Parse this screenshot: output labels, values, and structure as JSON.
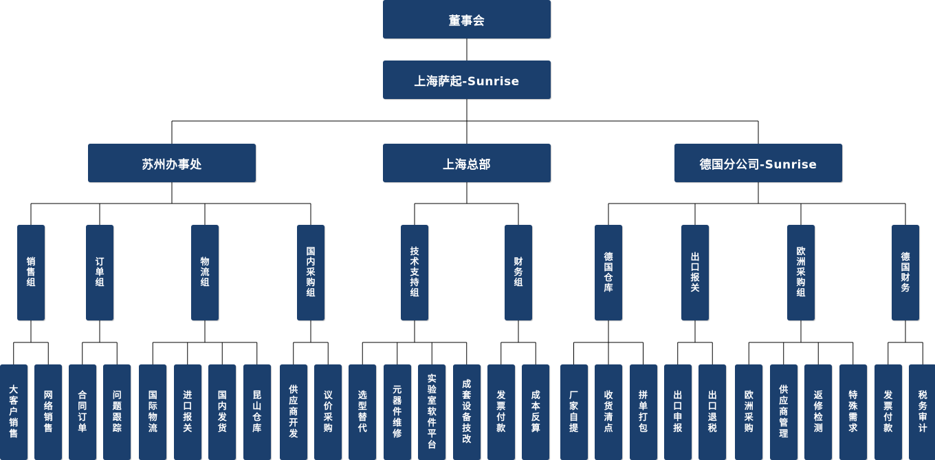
{
  "colors": {
    "node_fill": "#1b3f6d",
    "node_text": "#ffffff",
    "connector": "#000000"
  },
  "board": "董事会",
  "hq": "上海萨起-Sunrise",
  "divisions": [
    {
      "name": "苏州办事处",
      "groups": [
        {
          "name": "销售组",
          "items": [
            [
              "大客户销售"
            ],
            [
              "网络销售"
            ]
          ]
        },
        {
          "name": "订单组",
          "items": [
            [
              "合同订单"
            ],
            [
              "问题跟踪"
            ]
          ]
        },
        {
          "name": "物流组",
          "items": [
            [
              "国际物流"
            ],
            [
              "进口报关"
            ],
            [
              "国内发货"
            ],
            [
              "昆山仓库"
            ]
          ]
        },
        {
          "name": "国内采购组",
          "items": [
            [
              "供应商开发"
            ],
            [
              "议价采购"
            ]
          ]
        }
      ]
    },
    {
      "name": "上海总部",
      "groups": [
        {
          "name": "技术支持组",
          "items": [
            [
              "选型替代"
            ],
            [
              "元器件维修"
            ],
            [
              "实验室软件平台"
            ],
            [
              "成套设备技改"
            ]
          ]
        },
        {
          "name": "财务组",
          "items": [
            [
              "发票付款"
            ],
            [
              "成本反算"
            ]
          ]
        }
      ]
    },
    {
      "name": "德国分公司-Sunrise",
      "groups": [
        {
          "name": "德国仓库",
          "items": [
            [
              "厂家自提"
            ],
            [
              "收货清点"
            ],
            [
              "拼单打包"
            ]
          ]
        },
        {
          "name": "出口报关",
          "items": [
            [
              "出口申报"
            ],
            [
              "出口退税"
            ]
          ]
        },
        {
          "name": "欧洲采购组",
          "items": [
            [
              "欧洲采购"
            ],
            [
              "供应商管理"
            ],
            [
              "返修检测"
            ],
            [
              "特殊需求"
            ]
          ]
        },
        {
          "name": "德国财务",
          "items": [
            [
              "发票付款"
            ],
            [
              "税务审计"
            ]
          ]
        }
      ]
    }
  ]
}
